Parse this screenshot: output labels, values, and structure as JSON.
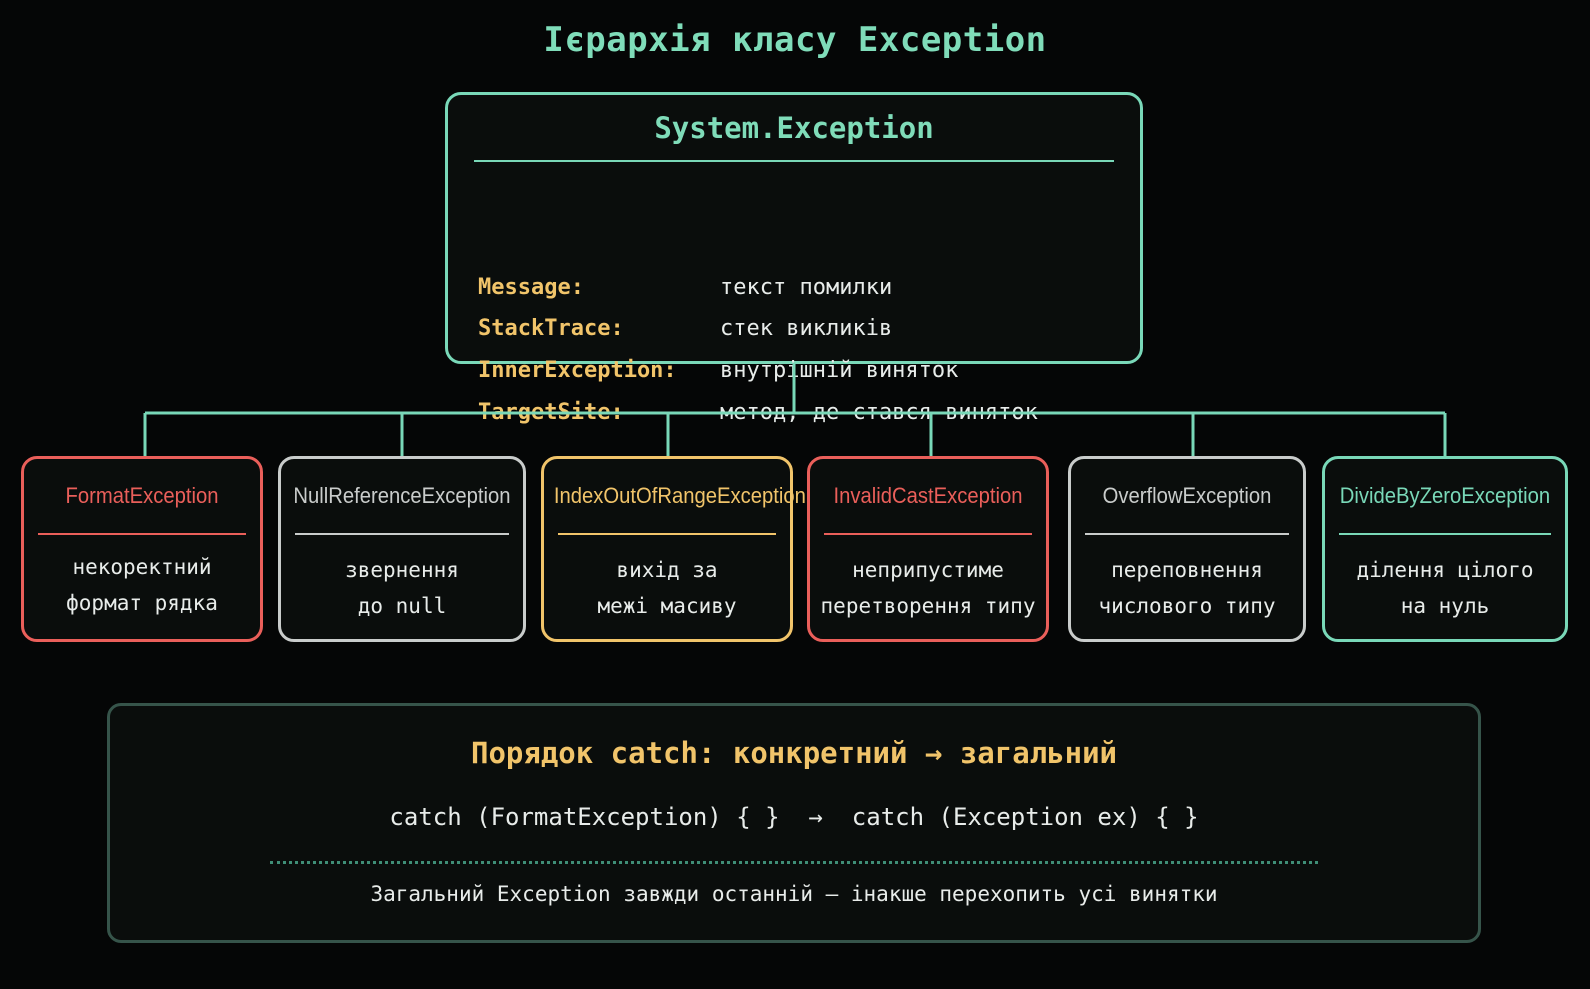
{
  "title": "Ієрархія класу Exception",
  "root": {
    "name": "System.Exception",
    "properties": [
      {
        "name": "Message:",
        "desc": "текст помилки"
      },
      {
        "name": "StackTrace:",
        "desc": "стек викликів"
      },
      {
        "name": "InnerException:",
        "desc": "внутрішній виняток"
      },
      {
        "name": "TargetSite:",
        "desc": "метод, де стався виняток"
      }
    ]
  },
  "children": [
    {
      "name": "FormatException",
      "line1": "некоректний",
      "line2": "формат рядка",
      "color": "#ea5f5a"
    },
    {
      "name": "NullReferenceException",
      "line1": "звернення",
      "line2": "до null",
      "color": "#c9cccb"
    },
    {
      "name": "IndexOutOfRangeException",
      "line1": "вихід за",
      "line2": "межі масиву",
      "color": "#f1c46a"
    },
    {
      "name": "InvalidCastException",
      "line1": "неприпустиме",
      "line2": "перетворення типу",
      "color": "#ea5f5a"
    },
    {
      "name": "OverflowException",
      "line1": "переповнення",
      "line2": "числового типу",
      "color": "#c9cccb"
    },
    {
      "name": "DivideByZeroException",
      "line1": "ділення цілого",
      "line2": "на нуль",
      "color": "#79d8b8"
    }
  ],
  "catch_order": {
    "title": "Порядок catch: конкретний → загальний",
    "code": "catch (FormatException) { }  →  catch (Exception ex) { }",
    "note": "Загальний Exception завжди останній — інакше перехопить усі винятки"
  },
  "colors": {
    "accent": "#79d8b8",
    "property": "#f1c46a",
    "error": "#ea5f5a",
    "neutral": "#c9cccb"
  }
}
